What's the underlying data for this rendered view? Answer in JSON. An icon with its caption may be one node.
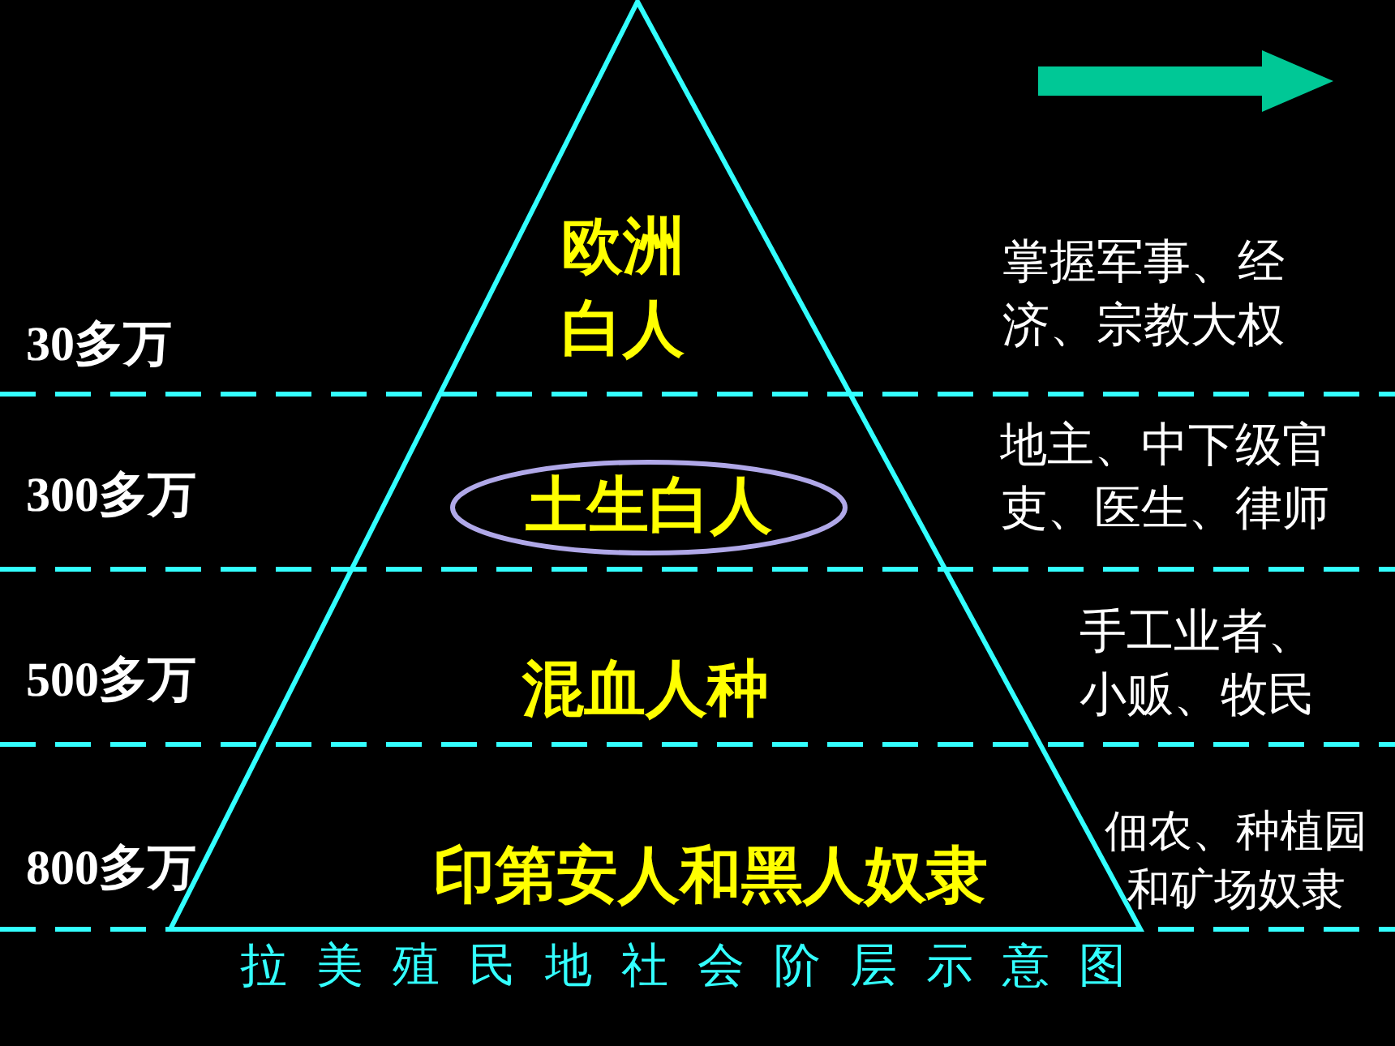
{
  "diagram": {
    "title": "拉美殖民地社会阶层示意图",
    "nodes": [
      {
        "text": [
          "欧洲白人"
        ],
        "beside": [
          "30多万",
          "掌握军事、经济、宗教大权"
        ]
      },
      {
        "text": [
          "土生白人"
        ],
        "beside": [
          "300多万",
          "地主、中下级官吏、医生、律师"
        ]
      },
      {
        "text": [
          "混血人种"
        ],
        "beside": [
          "500多万",
          "手工业者、小贩、牧民"
        ]
      },
      {
        "text": [
          "印第安人和黑人奴隶"
        ],
        "beside": [
          "800多万",
          "佃农、种植园和矿场奴隶"
        ]
      }
    ]
  }
}
